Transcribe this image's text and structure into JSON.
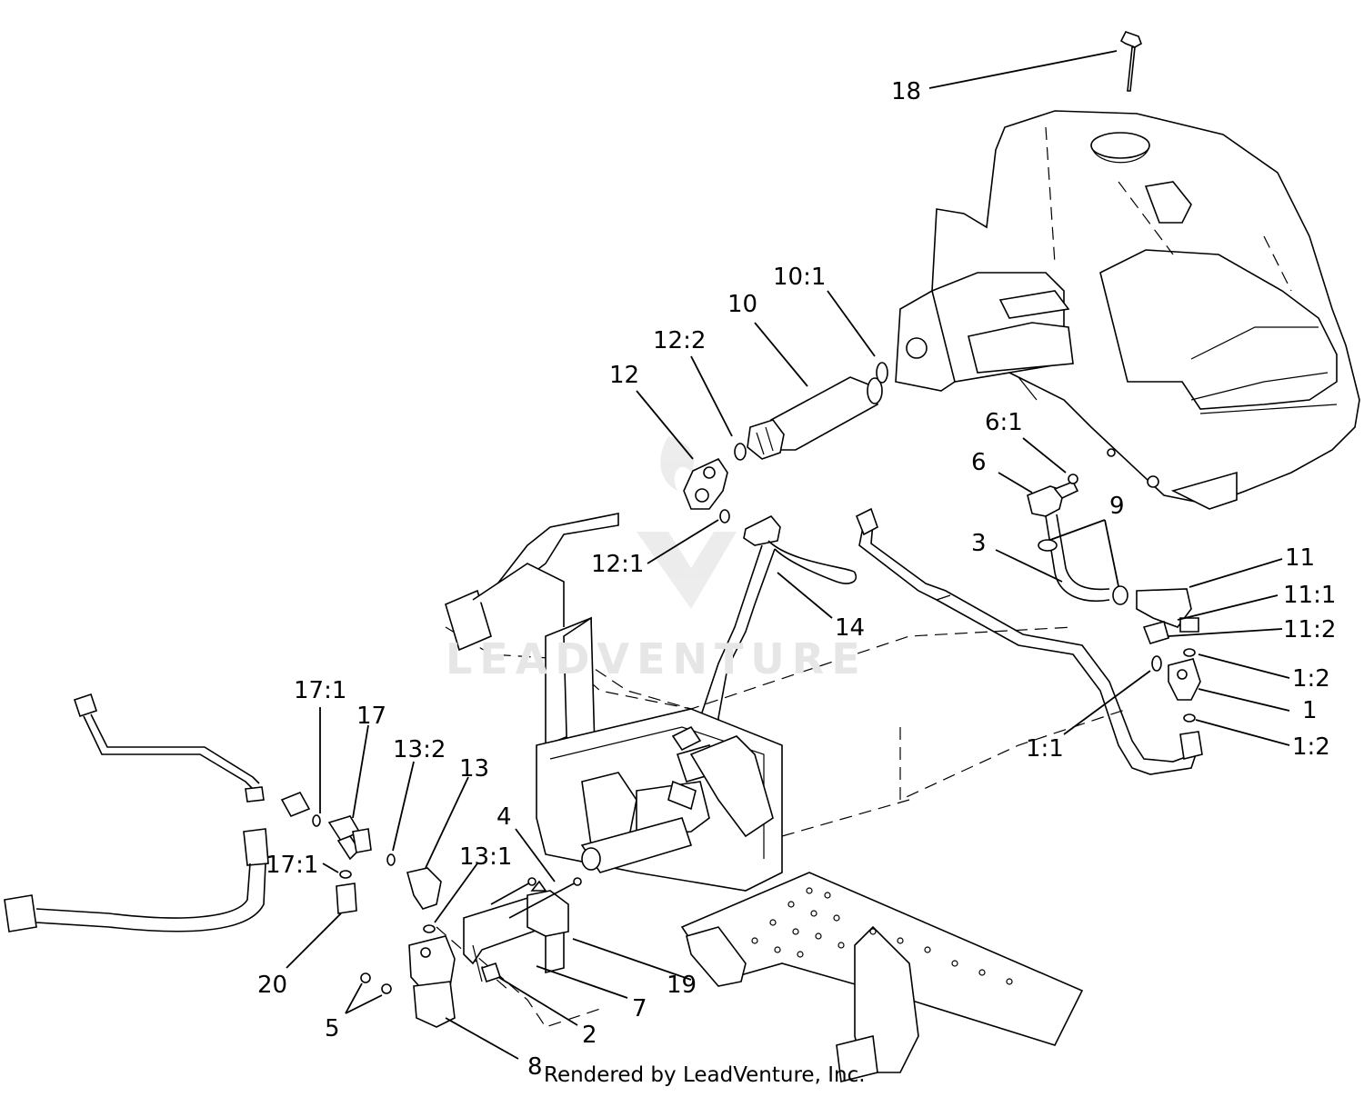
{
  "diagram": {
    "callouts": [
      {
        "id": "18",
        "label": "18"
      },
      {
        "id": "10-1",
        "label": "10:1"
      },
      {
        "id": "10",
        "label": "10"
      },
      {
        "id": "12-2",
        "label": "12:2"
      },
      {
        "id": "12",
        "label": "12"
      },
      {
        "id": "6-1",
        "label": "6:1"
      },
      {
        "id": "6",
        "label": "6"
      },
      {
        "id": "9",
        "label": "9"
      },
      {
        "id": "3",
        "label": "3"
      },
      {
        "id": "11",
        "label": "11"
      },
      {
        "id": "12-1",
        "label": "12:1"
      },
      {
        "id": "11-1",
        "label": "11:1"
      },
      {
        "id": "14",
        "label": "14"
      },
      {
        "id": "11-2",
        "label": "11:2"
      },
      {
        "id": "1-2a",
        "label": "1:2"
      },
      {
        "id": "1",
        "label": "1"
      },
      {
        "id": "17-1a",
        "label": "17:1"
      },
      {
        "id": "17",
        "label": "17"
      },
      {
        "id": "13-2",
        "label": "13:2"
      },
      {
        "id": "13",
        "label": "13"
      },
      {
        "id": "1-1",
        "label": "1:1"
      },
      {
        "id": "1-2b",
        "label": "1:2"
      },
      {
        "id": "4",
        "label": "4"
      },
      {
        "id": "17-1b",
        "label": "17:1"
      },
      {
        "id": "13-1",
        "label": "13:1"
      },
      {
        "id": "20",
        "label": "20"
      },
      {
        "id": "19",
        "label": "19"
      },
      {
        "id": "7",
        "label": "7"
      },
      {
        "id": "5",
        "label": "5"
      },
      {
        "id": "2",
        "label": "2"
      },
      {
        "id": "8",
        "label": "8"
      }
    ]
  },
  "watermark": {
    "text": "LEADVENTURE"
  },
  "footer": {
    "text": "Rendered by LeadVenture, Inc."
  }
}
